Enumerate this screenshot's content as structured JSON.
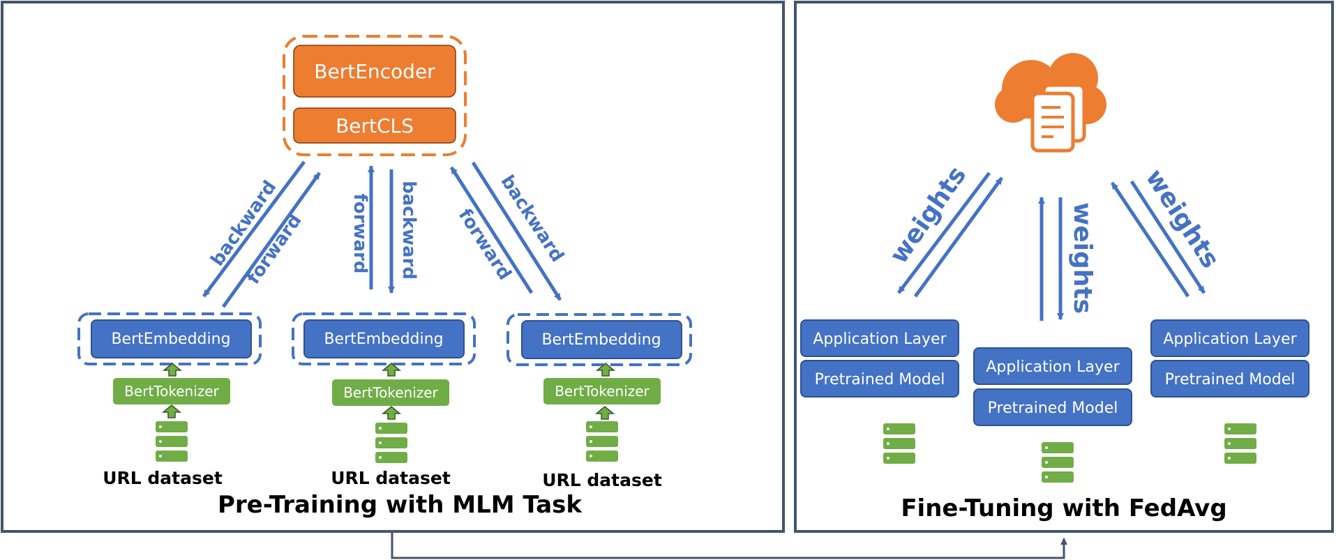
{
  "colors": {
    "frame": "#44546a",
    "encoder_fill": "#ed7d31",
    "encoder_dash": "#ed7d31",
    "embedding_fill": "#4472c4",
    "embedding_dash": "#4472c4",
    "tokenizer_fill": "#70ad47",
    "arrow": "#4472c4",
    "database": "#70ad47",
    "cloud": "#ed7d31"
  },
  "pretraining": {
    "title": "Pre-Training with MLM Task",
    "encoder_label": "BertEncoder",
    "cls_label": "BertCLS",
    "embedding_label": "BertEmbedding",
    "tokenizer_label": "BertTokenizer",
    "dataset_label": "URL dataset",
    "forward_label": "forward",
    "backward_label": "backward",
    "database_icon": "database-icon",
    "upload_arrow_icon": "green-up-arrow-icon"
  },
  "finetuning": {
    "title": "Fine-Tuning with FedAvg",
    "application_label": "Application Layer",
    "pretrained_label": "Pretrained Model",
    "weights_label": "weights",
    "server_icon": "cloud-document-icon",
    "database_icon": "database-icon"
  }
}
